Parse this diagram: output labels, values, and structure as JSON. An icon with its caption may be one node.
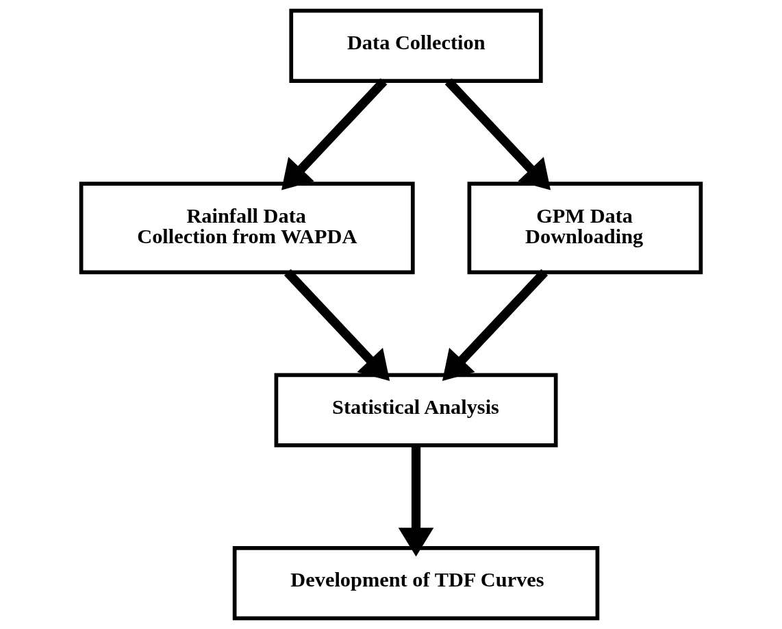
{
  "diagram": {
    "nodes": [
      {
        "text": [
          "Data Collection"
        ]
      },
      {
        "text": [
          "Rainfall Data",
          "Collection from WAPDA"
        ]
      },
      {
        "text": [
          "GPM Data",
          "Downloading"
        ]
      },
      {
        "text": [
          "Statistical Analysis"
        ]
      },
      {
        "text": [
          "Development of TDF Curves"
        ]
      }
    ],
    "edges": [
      {
        "from": 0,
        "to": 1,
        "arrow": "to"
      },
      {
        "from": 0,
        "to": 2,
        "arrow": "to"
      },
      {
        "from": 1,
        "to": 3,
        "arrow": "to"
      },
      {
        "from": 2,
        "to": 3,
        "arrow": "to"
      },
      {
        "from": 3,
        "to": 4,
        "arrow": "to"
      }
    ]
  }
}
